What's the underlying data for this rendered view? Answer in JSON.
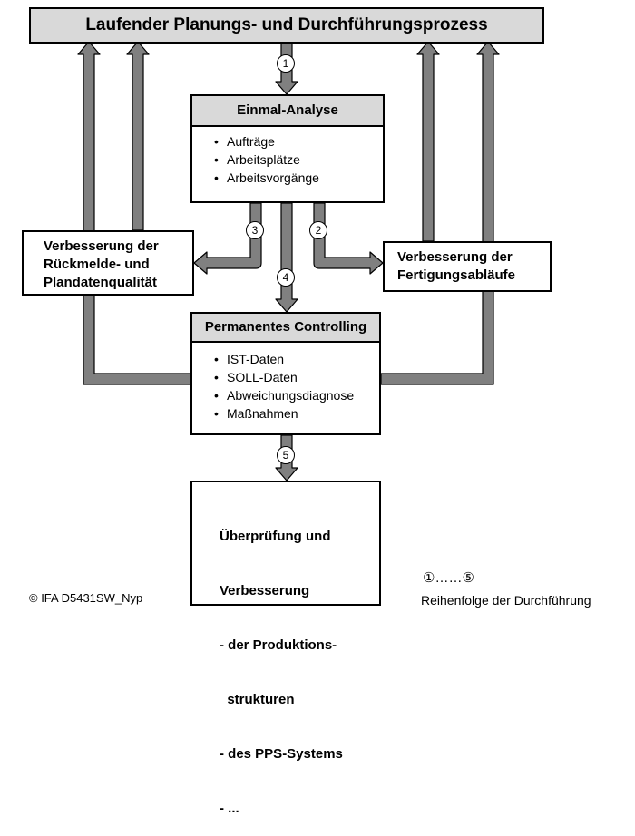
{
  "top_process": "Laufender Planungs- und Durchführungsprozess",
  "einmal": {
    "title": "Einmal-Analyse",
    "items": [
      "Aufträge",
      "Arbeitsplätze",
      "Arbeitsvorgänge"
    ]
  },
  "rueckmelde": {
    "lines": [
      "Verbesserung der",
      "Rückmelde- und",
      "Plandatenqualität"
    ]
  },
  "fertigung": {
    "lines": [
      "Verbesserung der",
      "Fertigungsabläufe"
    ]
  },
  "controlling": {
    "title": "Permanentes Controlling",
    "items": [
      "IST-Daten",
      "SOLL-Daten",
      "Abweichungsdiagnose",
      "Maßnahmen"
    ]
  },
  "ueberpruefung": {
    "lines": [
      "Überprüfung und",
      "Verbesserung",
      "- der Produktions-",
      "  strukturen",
      "- des PPS-Systems",
      "- ..."
    ]
  },
  "steps": [
    "1",
    "2",
    "3",
    "4",
    "5"
  ],
  "legend": {
    "range": "①……⑤",
    "label": "Reihenfolge der Durchführung"
  },
  "copyright": "© IFA D5431SW_Nyp",
  "colors": {
    "arrow_fill": "#808080",
    "arrow_stroke": "#000000",
    "box_shade": "#d9d9d9"
  }
}
